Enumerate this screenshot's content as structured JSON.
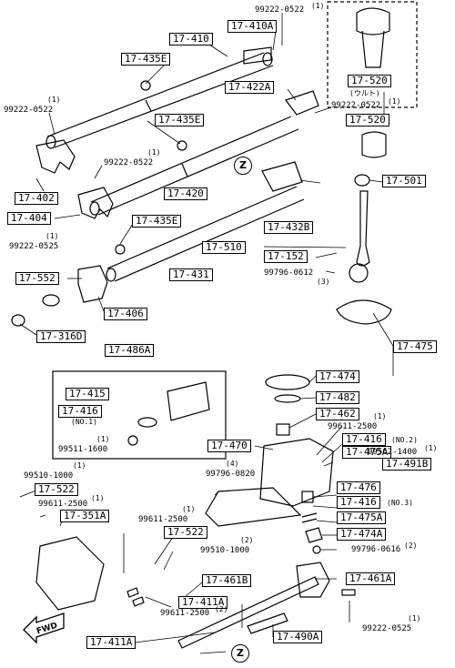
{
  "labels": {
    "l17_410": "17-410",
    "l17_410a": "17-410A",
    "l17_435e_top": "17-435E",
    "l17_422a": "17-422A",
    "l17_520_inner": "17-520",
    "l17_520_sub": "(ウルト)",
    "l17_520": "17-520",
    "l17_435e_mid": "17-435E",
    "l17_501": "17-501",
    "l17_402": "17-402",
    "l17_420": "17-420",
    "l17_404": "17-404",
    "l17_435e_low": "17-435E",
    "l17_432b": "17-432B",
    "l17_510": "17-510",
    "l17_152": "17-152",
    "l17_552": "17-552",
    "l17_431": "17-431",
    "l17_406": "17-406",
    "l17_316d": "17-316D",
    "l17_475": "17-475",
    "l17_486a": "17-486A",
    "l17_474": "17-474",
    "l17_415": "17-415",
    "l17_416_a": "17-416",
    "l17_482": "17-482",
    "l17_462": "17-462",
    "l17_470": "17-470",
    "l17_416_b": "17-416",
    "l17_475a_upper": "17-475A",
    "l17_491b": "17-491B",
    "l17_522_a": "17-522",
    "l17_476": "17-476",
    "l17_416_c": "17-416",
    "l17_351a": "17-351A",
    "l17_475a": "17-475A",
    "l17_522_b": "17-522",
    "l17_474a": "17-474A",
    "l17_461b": "17-461B",
    "l17_461a": "17-461A",
    "l17_411a_r": "17-411A",
    "l17_490a": "17-490A",
    "l17_411a_l": "17-411A"
  },
  "part_numbers": {
    "p99222_0522_top": "99222-0522",
    "p99222_0522_right": "99222-0522",
    "p99222_0522_left": "99222-0522",
    "p99222_0522_mid": "99222-0522",
    "p99222_0525_left": "99222-0525",
    "p99796_0612": "99796-0612",
    "p99511_1600": "99511-1600",
    "p99611_2500_top": "99611-2500",
    "p99562_1400": "99562-1400",
    "p99796_0820": "99796-0820",
    "p99510_1000_top": "99510-1000",
    "p99611_2500_left": "99611-2500",
    "p99611_2500_center": "99611-2500",
    "p99510_1000_center": "99510-1000",
    "p99796_0616": "99796-0616",
    "p99611_2500_bottom": "99611-2500",
    "p99222_0525_bottom": "99222-0525"
  },
  "quantities": {
    "q_top": "(1)",
    "q_right": "(1)",
    "q_left": "(1)",
    "q_mid": "(1)",
    "q_0525_left": "(1)",
    "q_0612": "(3)",
    "q_1600": "(1)",
    "q_2500_top": "(1)",
    "q_1400": "(1)",
    "q_0820": "(4)",
    "q_1000_top": "(1)",
    "q_2500_left": "(1)",
    "q_2500_center": "(1)",
    "q_1000_center": "(2)",
    "q_0616": "(2)",
    "q_2500_bottom": "(2)",
    "q_0525_bottom": "(1)"
  },
  "subnotes": {
    "no1": "(NO.1)",
    "no2": "(NO.2)",
    "no3": "(NO.3)"
  },
  "markers": {
    "z_top": "Z",
    "z_bottom": "Z",
    "fwd": "FWD"
  }
}
